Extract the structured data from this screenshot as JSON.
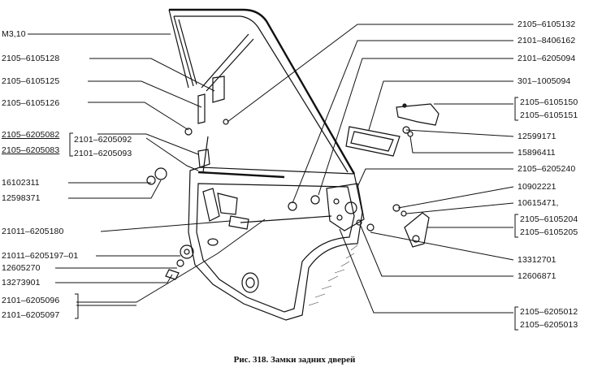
{
  "figure": {
    "caption": "Рис. 318. Замки задних дверей"
  },
  "labels": {
    "l1": "M3,10",
    "l2": "2105–6105128",
    "l3": "2105–6105125",
    "l4": "2105–6105126",
    "l5a": "2105–6205082",
    "l5b": "2105–6205083",
    "l6a": "2101–6205092",
    "l6b": "2101–6205093",
    "l7": "16102311",
    "l8": "12598371",
    "l9": "21011–6205180",
    "l10": "21011–6205197–01",
    "l11": "12605270",
    "l12": "13273901",
    "l13a": "2101–6205096",
    "l13b": "2101–6205097",
    "r1": "2105–6105132",
    "r2": "2101–8406162",
    "r3": "2101–6205094",
    "r4": "301–1005094",
    "r5a": "2105–6105150",
    "r5b": "2105–6105151",
    "r6": "12599171",
    "r7": "15896411",
    "r8": "2105–6205240",
    "r9": "10902221",
    "r10": "10615471,",
    "r11a": "2105–6105204",
    "r11b": "2105–6105205",
    "r12": "13312701",
    "r13": "12606871",
    "r14a": "2105–6205012",
    "r14b": "2105–6205013"
  }
}
